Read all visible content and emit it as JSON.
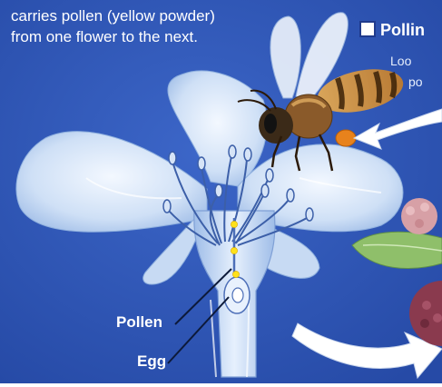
{
  "caption": {
    "line1": "carries pollen (yellow powder)",
    "line2": "from one flower to the next."
  },
  "section": {
    "title": "Pollin",
    "body_line1": "Loo",
    "body_line2": "po"
  },
  "labels": {
    "pollen": "Pollen",
    "egg": "Egg"
  },
  "colors": {
    "background": "#2f55b8",
    "petal": "#d4e2f5",
    "pollen_dot": "#ffe11a",
    "bee_body": "#c88a3c"
  }
}
